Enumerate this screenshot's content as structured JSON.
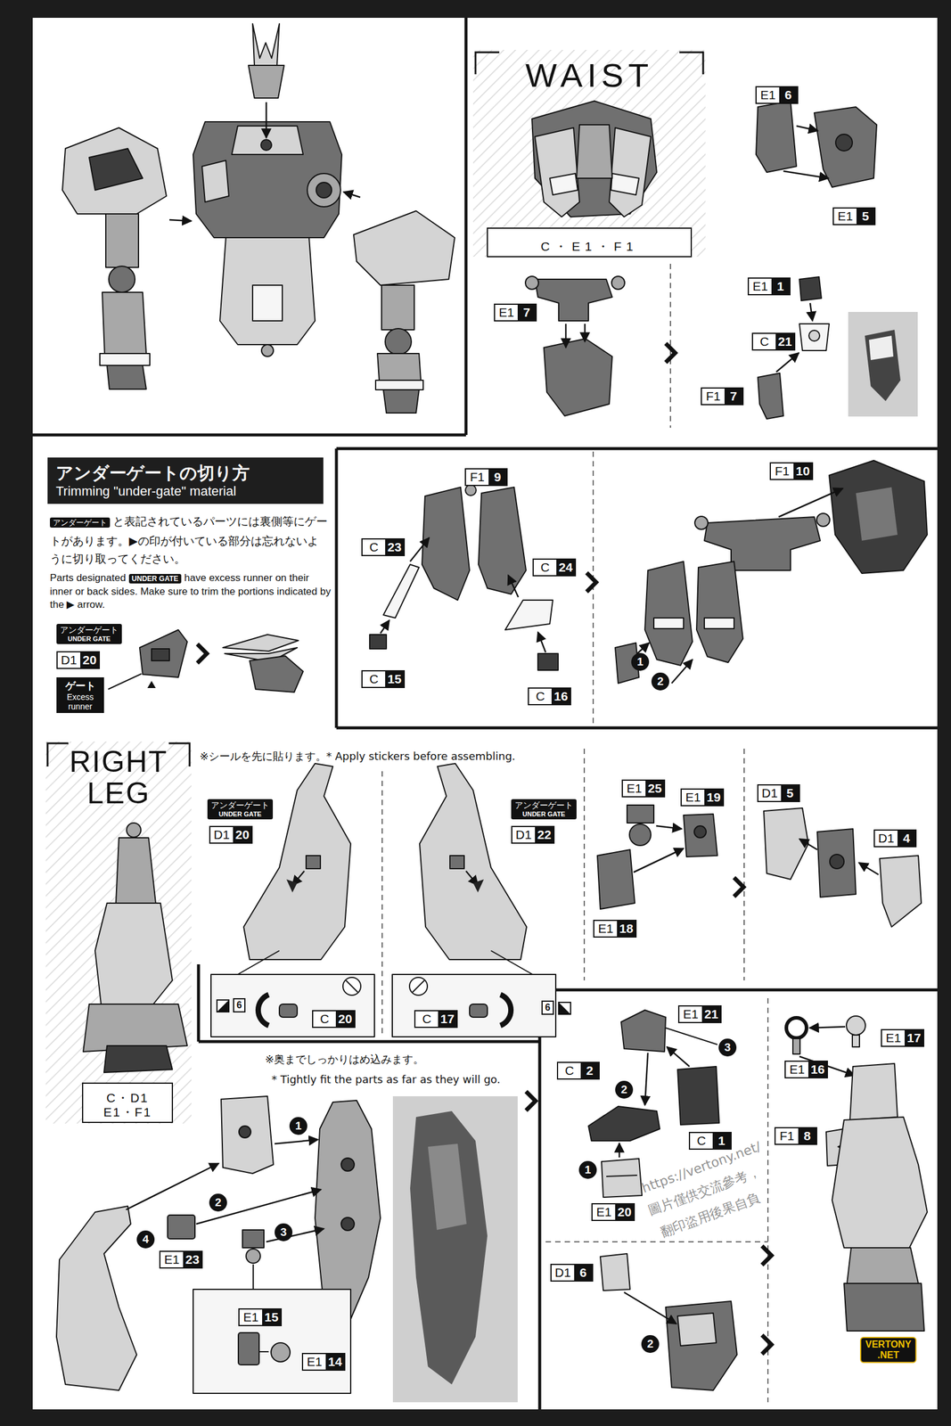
{
  "diagram": {
    "nodes": [
      {
        "text": [
          "WAIST"
        ]
      },
      {
        "text": [
          "C・E1・F1"
        ],
        "in": 0
      },
      {
        "text": [
          "アンダーゲートの切り方",
          "Trimming \"under-gate\" material"
        ]
      },
      {
        "text": [
          "RIGHT LEG"
        ]
      },
      {
        "text": [
          "C・D1 E1・F1"
        ],
        "in": 3
      }
    ],
    "labels": [
      "E1",
      "6",
      "E1",
      "5",
      "E1",
      "7",
      "E1",
      "1",
      "C",
      "21",
      "F1",
      "7",
      "F1",
      "9",
      "C",
      "23",
      "C",
      "24",
      "C",
      "15",
      "C",
      "16",
      "F1",
      "10",
      "1",
      "2",
      "アンダーゲート",
      "と表記されているパーツには裏側等にゲートがあります。▶の印が付いている部分は忘れないように切り取ってください。",
      "Parts designated",
      "UNDER GATE",
      "have excess runner on their inner or back sides. Make sure to trim the portions indicated by the ▶ arrow.",
      "アンダーゲート",
      "UNDER GATE",
      "D1",
      "20",
      "ゲート",
      "Excess runner",
      "※シールを先に貼ります。* Apply stickers before assembling.",
      "アンダーゲート",
      "UNDER GATE",
      "D1",
      "20",
      "アンダーゲート",
      "UNDER GATE",
      "D1",
      "22",
      "6",
      "C",
      "20",
      "C",
      "17",
      "6",
      "E1",
      "25",
      "E1",
      "19",
      "E1",
      "18",
      "D1",
      "5",
      "D1",
      "4",
      "※奥までしっかりはめ込みます。",
      "* Tightly fit the parts as far as they will go.",
      "1",
      "2",
      "3",
      "4",
      "E1",
      "23",
      "E1",
      "15",
      "E1",
      "14",
      "C",
      "2",
      "E1",
      "21",
      "3",
      "2",
      "C",
      "1",
      "1",
      "E1",
      "20",
      "D1",
      "6",
      "2",
      "E1",
      "16",
      "E1",
      "17",
      "F1",
      "8",
      "https://vertony.net/",
      "圖片僅供交流參考，",
      "翻印盜用後果自負",
      "VERTONY",
      ".NET"
    ]
  }
}
